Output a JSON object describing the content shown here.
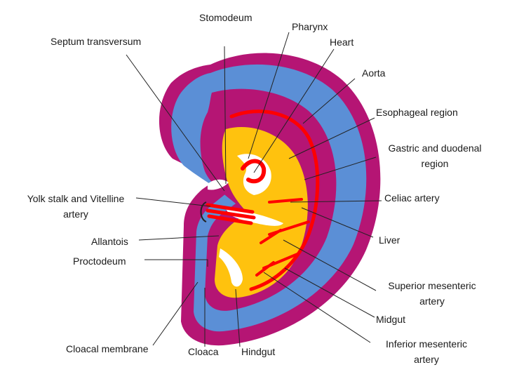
{
  "colors": {
    "ectoderm_blue": "#5b8fd6",
    "body_wall_magenta": "#b51574",
    "endoderm_yellow": "#ffc20e",
    "artery_red": "#ff0000",
    "leader_line": "#222222"
  },
  "labels": {
    "stomodeum": "Stomodeum",
    "septum_transversum": "Septum transversum",
    "pharynx": "Pharynx",
    "heart": "Heart",
    "aorta": "Aorta",
    "esophageal_region": "Esophageal region",
    "gastric_duodenal_line1": "Gastric and duodenal",
    "gastric_duodenal_line2": "region",
    "yolk_stalk_line1": "Yolk stalk and Vitelline",
    "yolk_stalk_line2": "artery",
    "celiac_artery": "Celiac artery",
    "allantois": "Allantois",
    "liver": "Liver",
    "proctodeum": "Proctodeum",
    "sup_mesenteric_line1": "Superior mesenteric",
    "sup_mesenteric_line2": "artery",
    "midgut": "Midgut",
    "cloacal_membrane": "Cloacal membrane",
    "cloaca": "Cloaca",
    "hindgut": "Hindgut",
    "inf_mesenteric_line1": "Inferior mesenteric",
    "inf_mesenteric_line2": "artery"
  }
}
